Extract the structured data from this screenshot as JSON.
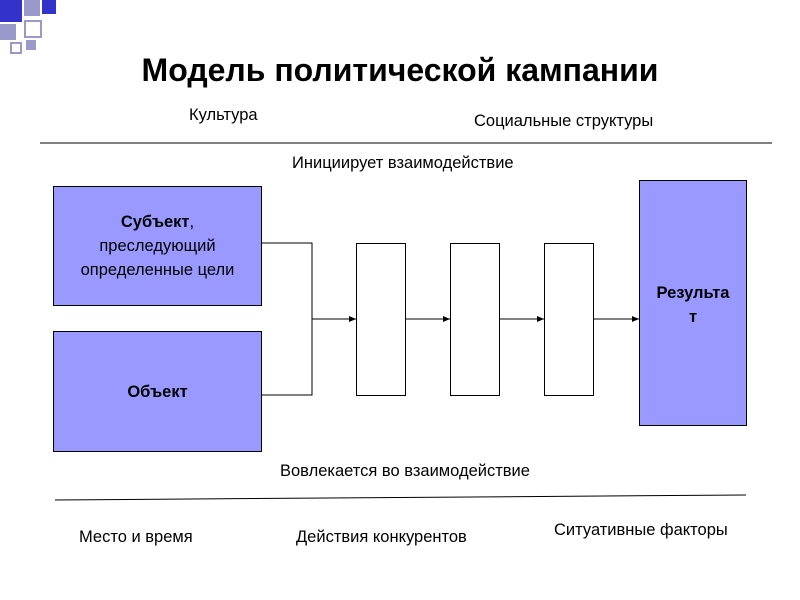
{
  "title": "Модель политической кампании",
  "labels": {
    "culture": "Культура",
    "social_structures": "Социальные структуры",
    "initiates": "Инициирует взаимодействие",
    "involved": "Вовлекается во взаимодействие",
    "place_time": "Место и время",
    "competitors": "Действия конкурентов",
    "situational": "Ситуативные факторы"
  },
  "subject": {
    "title": "Субъект",
    "rest_line1": ",",
    "line2": "преследующий",
    "line3": "определенные цели"
  },
  "object_label": "Объект",
  "result": {
    "line1": "Результа",
    "line2": "т"
  },
  "colors": {
    "box_fill": "#9999ff",
    "deco_blue": "#3333cc",
    "deco_light": "#9999cc"
  }
}
